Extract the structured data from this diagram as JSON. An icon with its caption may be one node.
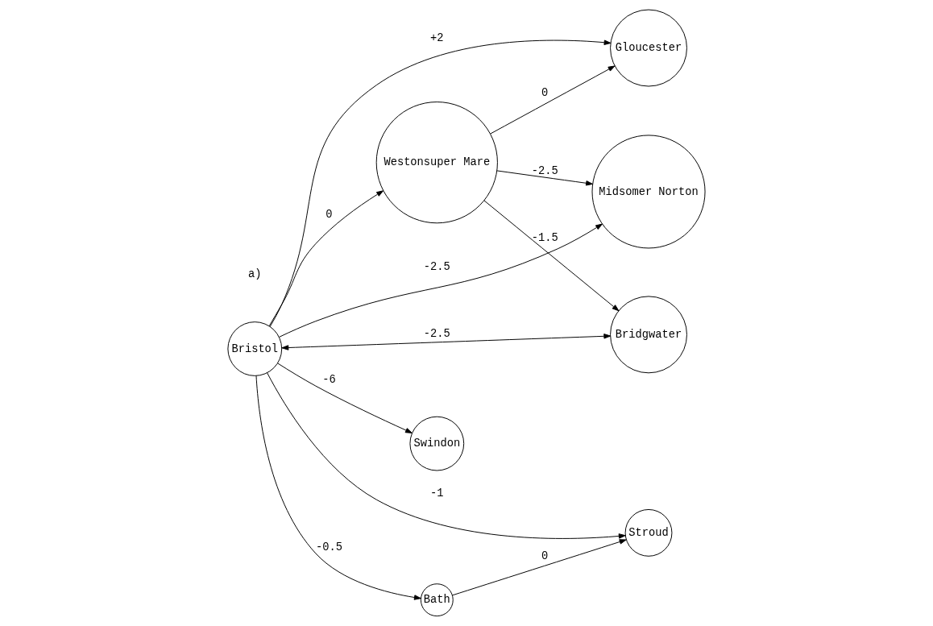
{
  "diagram": {
    "nodes": [
      {
        "text": [
          "Gloucester"
        ]
      },
      {
        "text": [
          "Stroud"
        ]
      },
      {
        "text": [
          "Bristol"
        ]
      },
      {
        "text": [
          "Swindon"
        ]
      },
      {
        "text": [
          "Bath"
        ]
      },
      {
        "text": [
          "Westonsuper Mare"
        ]
      },
      {
        "text": [
          "Midsomer Norton"
        ]
      },
      {
        "text": [
          "Bridgwater"
        ]
      }
    ],
    "edges": [
      {
        "from": 5,
        "to": 0,
        "arrow": "to",
        "label": "0"
      },
      {
        "from": 2,
        "to": 0,
        "arrow": "to",
        "label": "+2"
      },
      {
        "from": 2,
        "to": 1,
        "arrow": "to",
        "label": "-1"
      },
      {
        "from": 4,
        "to": 1,
        "arrow": "to",
        "label": "0"
      },
      {
        "from": 2,
        "to": 3,
        "arrow": "to",
        "label": "-6"
      },
      {
        "from": 2,
        "to": 4,
        "arrow": "to",
        "label": "-0.5"
      },
      {
        "from": 2,
        "to": 5,
        "arrow": "to",
        "label": "0"
      },
      {
        "from": 2,
        "to": 7,
        "arrow": "both",
        "label": "-2.5"
      },
      {
        "from": 2,
        "to": 6,
        "arrow": "to",
        "label": "-2.5"
      },
      {
        "from": 5,
        "to": 6,
        "arrow": "to",
        "label": "-2.5"
      },
      {
        "from": 5,
        "to": 7,
        "arrow": "to",
        "label": "-1.5"
      }
    ],
    "labels": [
      "a)"
    ]
  }
}
